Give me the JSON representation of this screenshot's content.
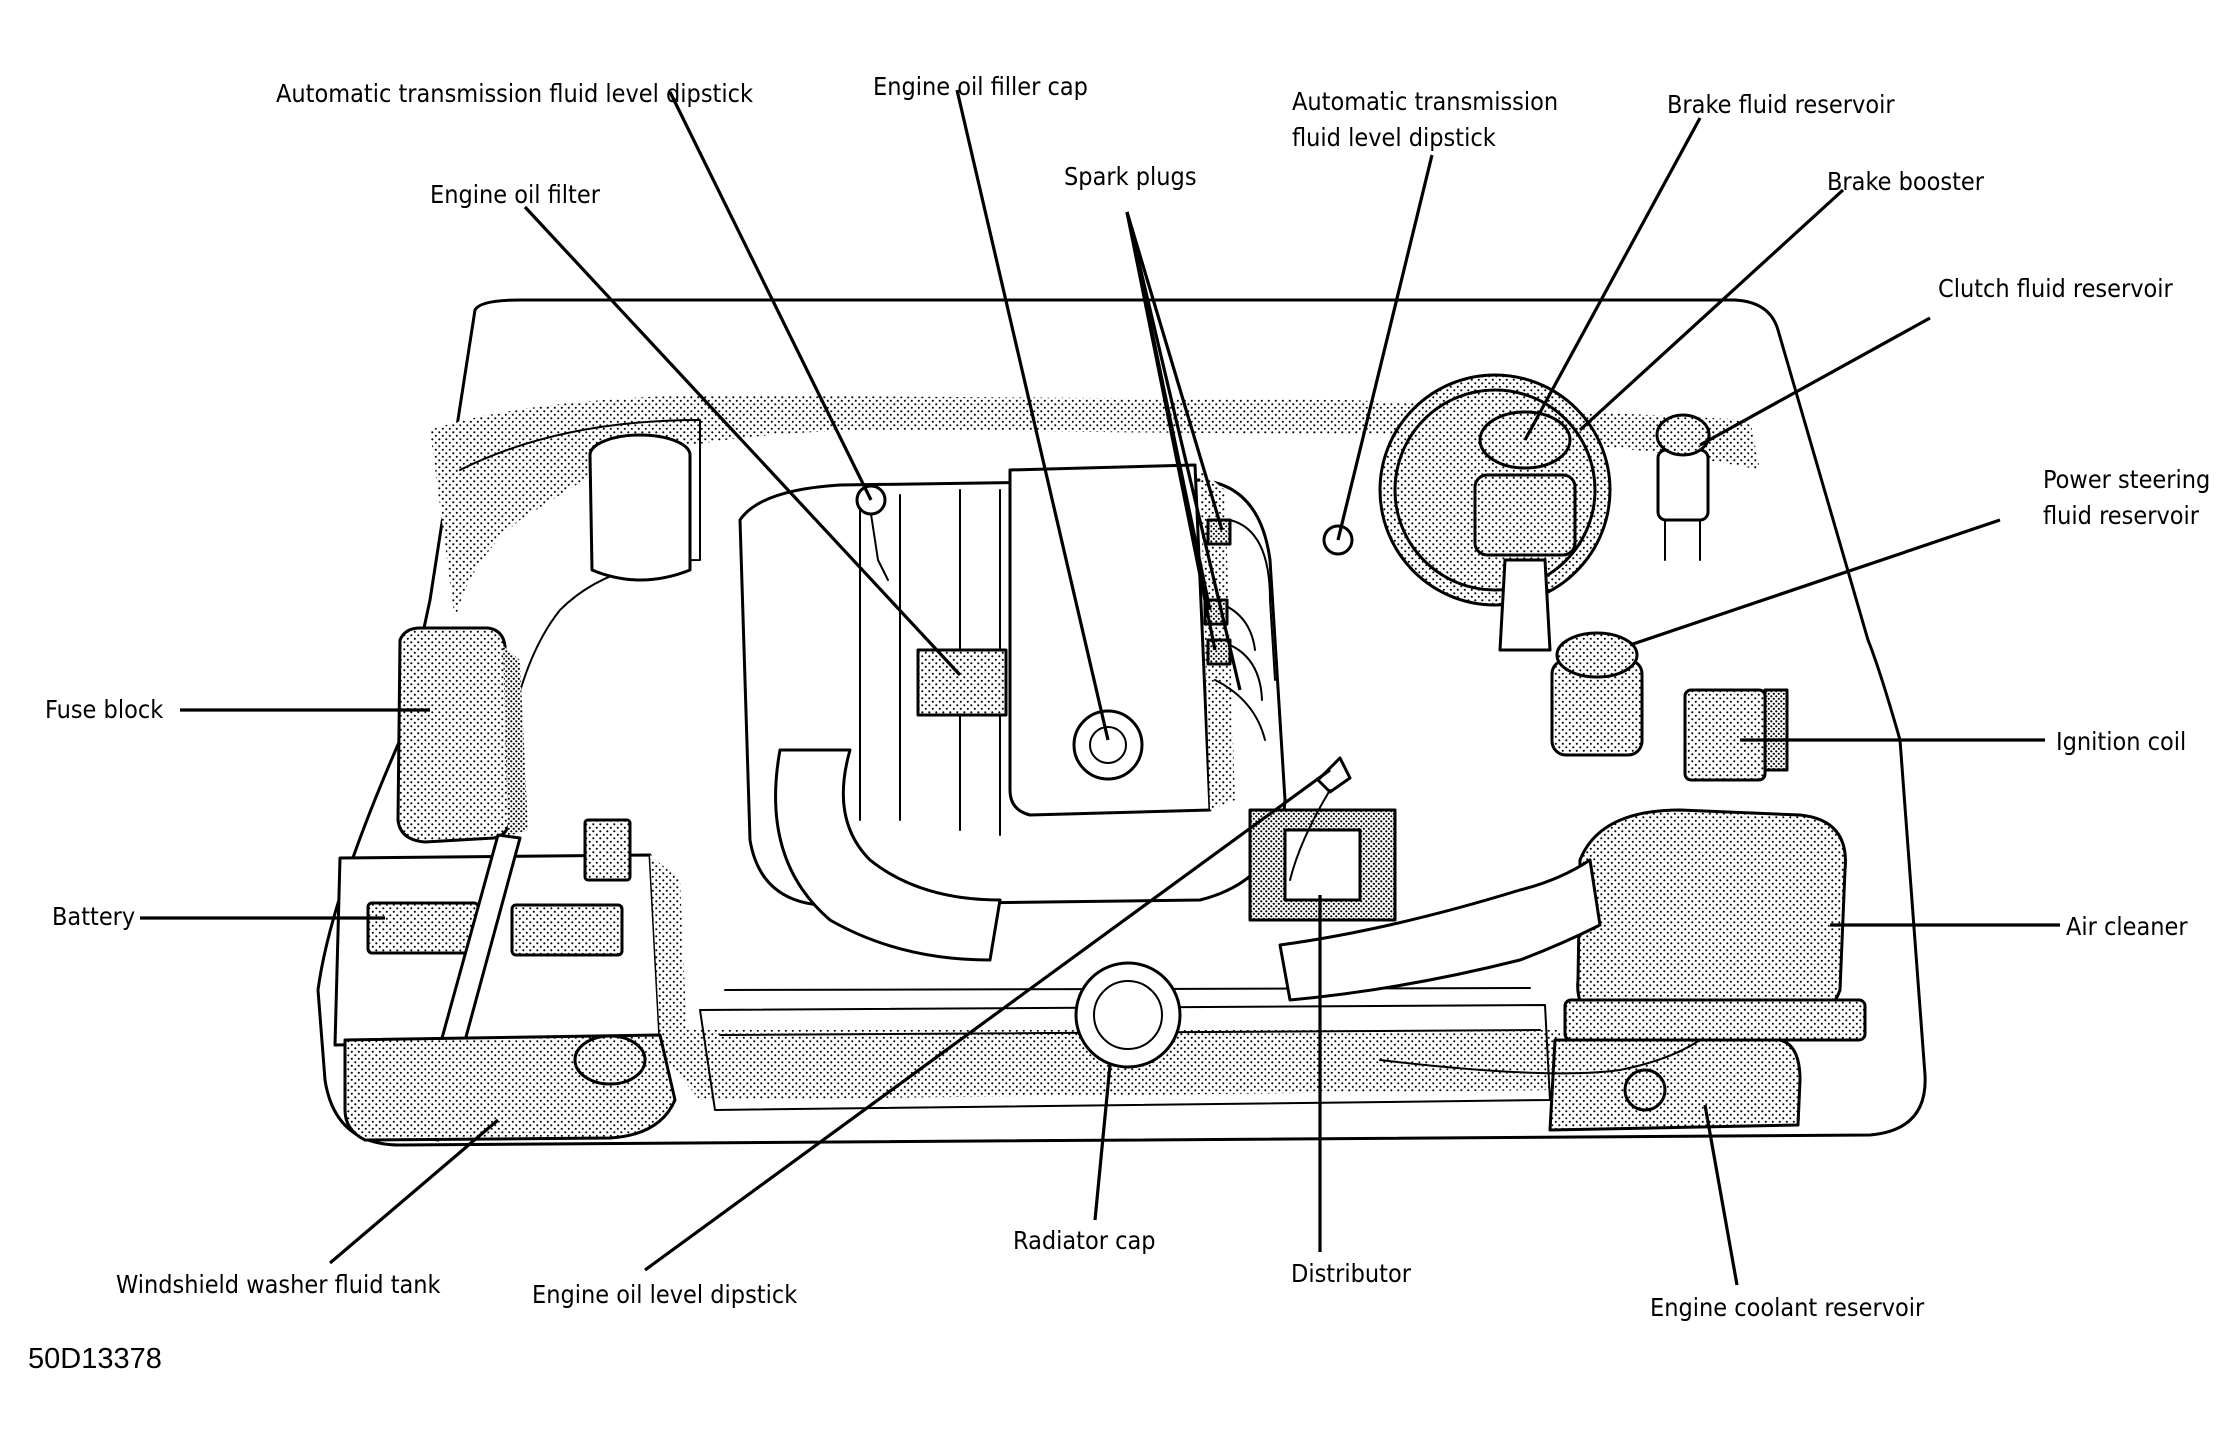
{
  "diagram": {
    "labels": {
      "atf_dipstick_left": "Automatic transmission fluid level dipstick",
      "engine_oil_filler_cap": "Engine oil filler cap",
      "atf_dipstick_right_line1": "Automatic transmission",
      "atf_dipstick_right_line2": "fluid level dipstick",
      "brake_fluid_reservoir": "Brake fluid reservoir",
      "engine_oil_filter": "Engine oil filter",
      "spark_plugs": "Spark plugs",
      "brake_booster": "Brake booster",
      "clutch_fluid_reservoir": "Clutch fluid reservoir",
      "power_steering_line1": "Power steering",
      "power_steering_line2": "fluid reservoir",
      "fuse_block": "Fuse block",
      "ignition_coil": "Ignition coil",
      "battery": "Battery",
      "air_cleaner": "Air cleaner",
      "windshield_washer_fluid_tank": "Windshield washer fluid tank",
      "engine_oil_level_dipstick": "Engine oil level dipstick",
      "radiator_cap": "Radiator cap",
      "distributor": "Distributor",
      "engine_coolant_reservoir": "Engine coolant reservoir"
    },
    "figure_code": "50D13378"
  }
}
